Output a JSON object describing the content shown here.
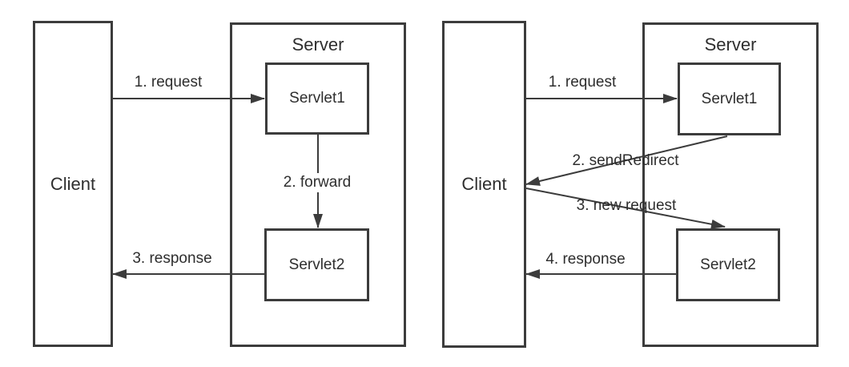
{
  "colors": {
    "stroke": "#3c3c3c",
    "text": "#2e2e2e",
    "background": "#ffffff"
  },
  "diagrams": [
    {
      "id": "left",
      "client": "Client",
      "server": "Server",
      "servlet1": "Servlet1",
      "servlet2": "Servlet2",
      "steps": [
        {
          "label": "1. request"
        },
        {
          "label": "2. forward"
        },
        {
          "label": "3. response"
        }
      ]
    },
    {
      "id": "right",
      "client": "Client",
      "server": "Server",
      "servlet1": "Servlet1",
      "servlet2": "Servlet2",
      "steps": [
        {
          "label": "1. request"
        },
        {
          "label": "2. sendRedirect"
        },
        {
          "label": "3. new request"
        },
        {
          "label": "4. response"
        }
      ]
    }
  ]
}
